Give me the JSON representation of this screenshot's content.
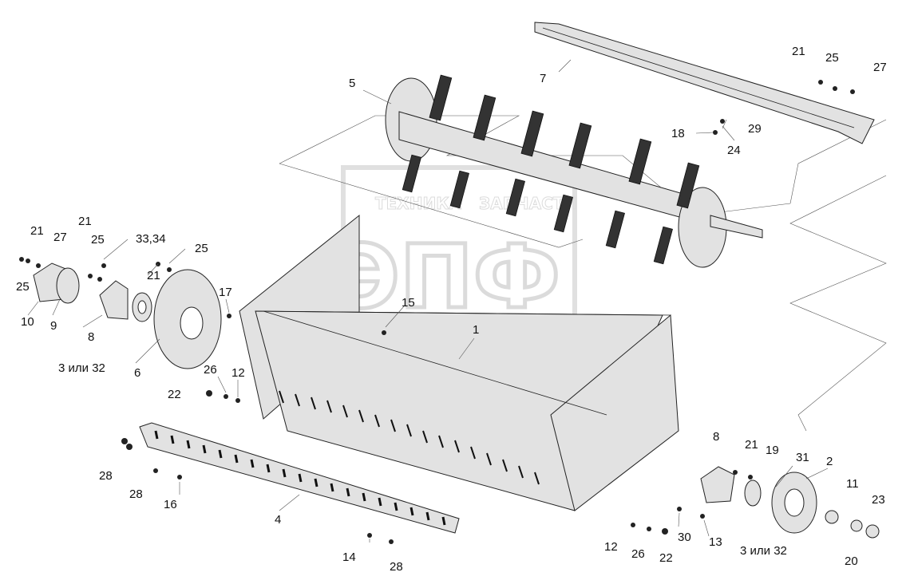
{
  "watermark": {
    "line1": "ТЕХНИКА",
    "line2": "ЗАПЧАСТИ",
    "mark": "ЭПФ"
  },
  "callouts": [
    {
      "id": "c1",
      "text": "1"
    },
    {
      "id": "c2",
      "text": "2"
    },
    {
      "id": "c3a",
      "text": "3 или 32"
    },
    {
      "id": "c3b",
      "text": "3 или 32"
    },
    {
      "id": "c4",
      "text": "4"
    },
    {
      "id": "c5",
      "text": "5"
    },
    {
      "id": "c6",
      "text": "6"
    },
    {
      "id": "c7",
      "text": "7"
    },
    {
      "id": "c8a",
      "text": "8"
    },
    {
      "id": "c8b",
      "text": "8"
    },
    {
      "id": "c9",
      "text": "9"
    },
    {
      "id": "c10",
      "text": "10"
    },
    {
      "id": "c11",
      "text": "11"
    },
    {
      "id": "c12a",
      "text": "12"
    },
    {
      "id": "c12b",
      "text": "12"
    },
    {
      "id": "c13",
      "text": "13"
    },
    {
      "id": "c14",
      "text": "14"
    },
    {
      "id": "c15",
      "text": "15"
    },
    {
      "id": "c16",
      "text": "16"
    },
    {
      "id": "c17",
      "text": "17"
    },
    {
      "id": "c18",
      "text": "18"
    },
    {
      "id": "c19",
      "text": "19"
    },
    {
      "id": "c20",
      "text": "20"
    },
    {
      "id": "c21a",
      "text": "21"
    },
    {
      "id": "c21b",
      "text": "21"
    },
    {
      "id": "c21c",
      "text": "21"
    },
    {
      "id": "c21d",
      "text": "21"
    },
    {
      "id": "c21e",
      "text": "21"
    },
    {
      "id": "c22a",
      "text": "22"
    },
    {
      "id": "c22b",
      "text": "22"
    },
    {
      "id": "c23",
      "text": "23"
    },
    {
      "id": "c24",
      "text": "24"
    },
    {
      "id": "c25a",
      "text": "25"
    },
    {
      "id": "c25b",
      "text": "25"
    },
    {
      "id": "c25c",
      "text": "25"
    },
    {
      "id": "c25d",
      "text": "25"
    },
    {
      "id": "c26a",
      "text": "26"
    },
    {
      "id": "c26b",
      "text": "26"
    },
    {
      "id": "c27a",
      "text": "27"
    },
    {
      "id": "c27b",
      "text": "27"
    },
    {
      "id": "c28a",
      "text": "28"
    },
    {
      "id": "c28b",
      "text": "28"
    },
    {
      "id": "c28c",
      "text": "28"
    },
    {
      "id": "c29",
      "text": "29"
    },
    {
      "id": "c30",
      "text": "30"
    },
    {
      "id": "c31",
      "text": "31"
    },
    {
      "id": "c33",
      "text": "33,34"
    }
  ]
}
